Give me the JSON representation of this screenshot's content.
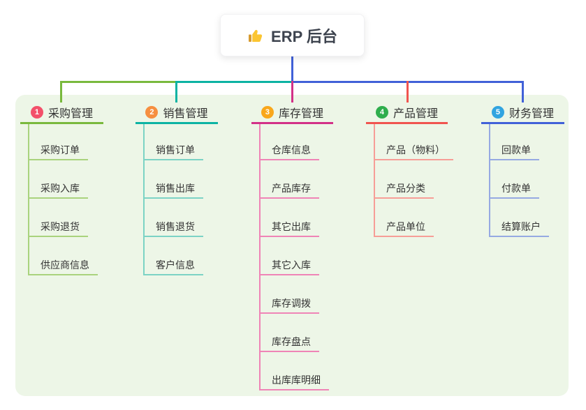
{
  "root": {
    "label": "ERP 后台",
    "icon": "thumbs-up-icon"
  },
  "canvas": {
    "background": "#ffffff",
    "panel_color": "#edf6e7",
    "root_connector_color": "#4161d8",
    "text_color": "#333333"
  },
  "branches": [
    {
      "badge": "1",
      "label": "采购管理",
      "badge_color": "#f3506a",
      "line_color": "#79b93d",
      "child_line_color": "#a9d37d",
      "children": [
        "采购订单",
        "采购入库",
        "采购退货",
        "供应商信息"
      ]
    },
    {
      "badge": "2",
      "label": "销售管理",
      "badge_color": "#f68f40",
      "line_color": "#0cb3a3",
      "child_line_color": "#7cd3c5",
      "children": [
        "销售订单",
        "销售出库",
        "销售退货",
        "客户信息"
      ]
    },
    {
      "badge": "3",
      "label": "库存管理",
      "badge_color": "#f9a71b",
      "line_color": "#d33188",
      "child_line_color": "#ef84b6",
      "children": [
        "仓库信息",
        "产品库存",
        "其它出库",
        "其它入库",
        "库存调拨",
        "库存盘点",
        "出库库明细"
      ]
    },
    {
      "badge": "4",
      "label": "产品管理",
      "badge_color": "#2fae4d",
      "line_color": "#f0544f",
      "child_line_color": "#f79e97",
      "children": [
        "产品（物料）",
        "产品分类",
        "产品单位"
      ]
    },
    {
      "badge": "5",
      "label": "财务管理",
      "badge_color": "#31a4e0",
      "line_color": "#4161d8",
      "child_line_color": "#96a9e2",
      "children": [
        "回款单",
        "付款单",
        "结算账户"
      ]
    }
  ]
}
